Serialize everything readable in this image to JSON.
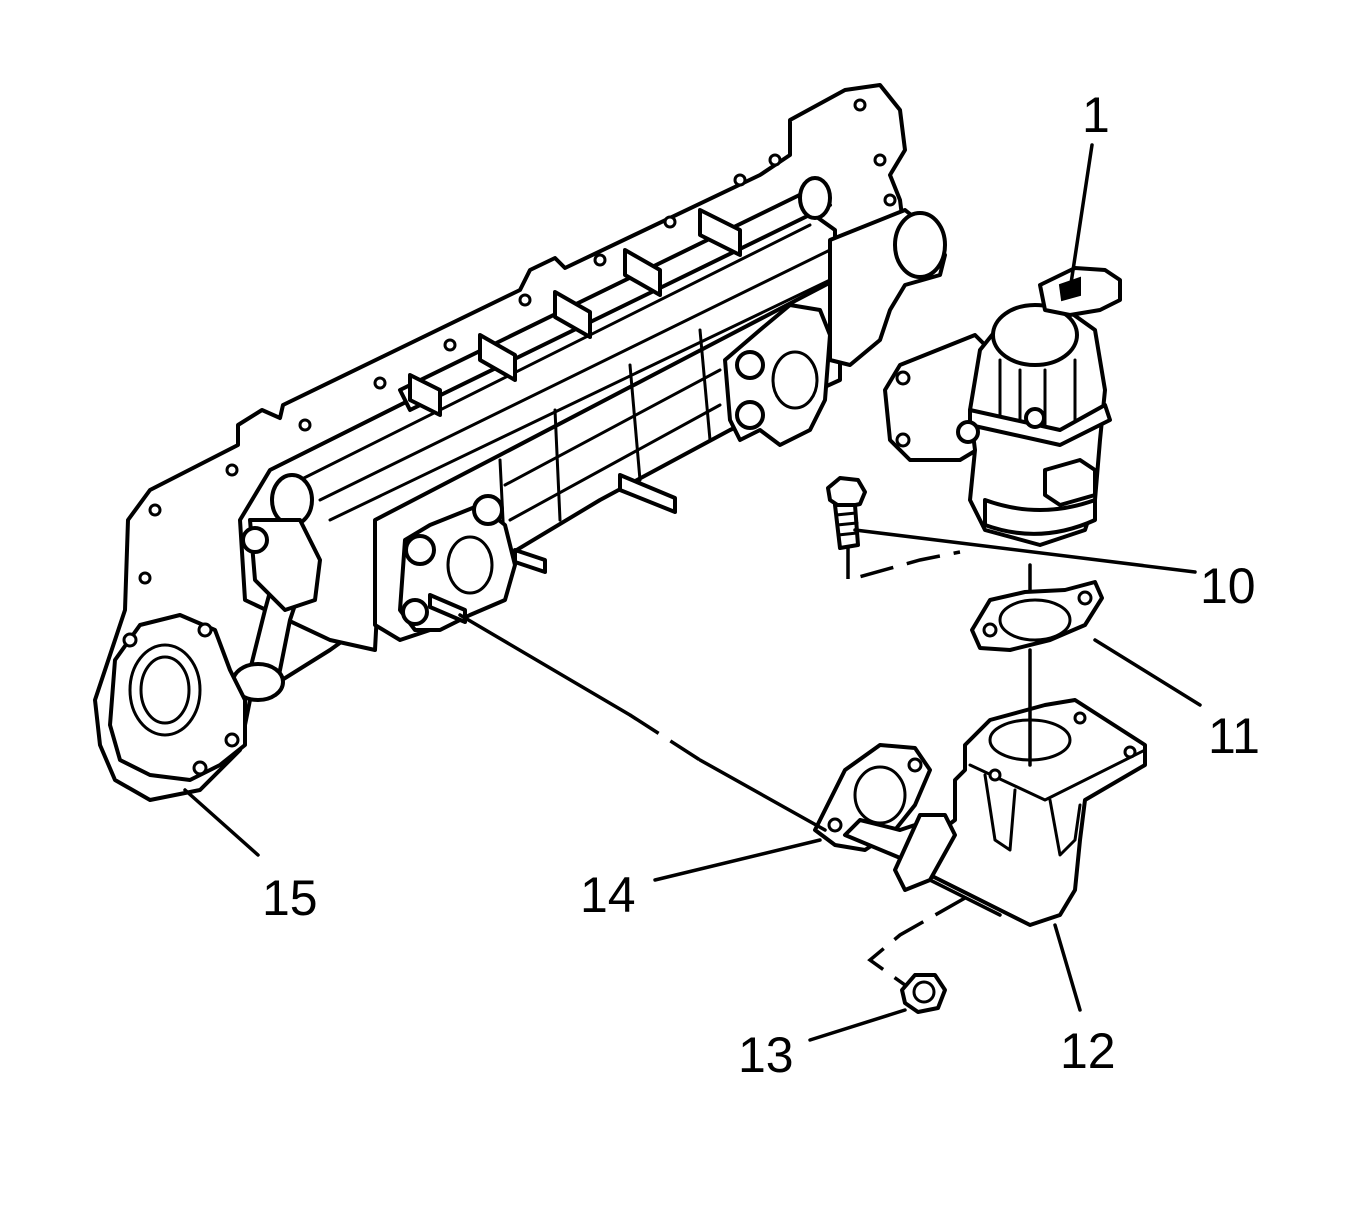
{
  "diagram": {
    "callouts": {
      "c1": "1",
      "c10": "10",
      "c11": "11",
      "c12": "12",
      "c13": "13",
      "c14": "14",
      "c15": "15"
    },
    "colors": {
      "line": "#000000",
      "background": "#ffffff"
    }
  }
}
